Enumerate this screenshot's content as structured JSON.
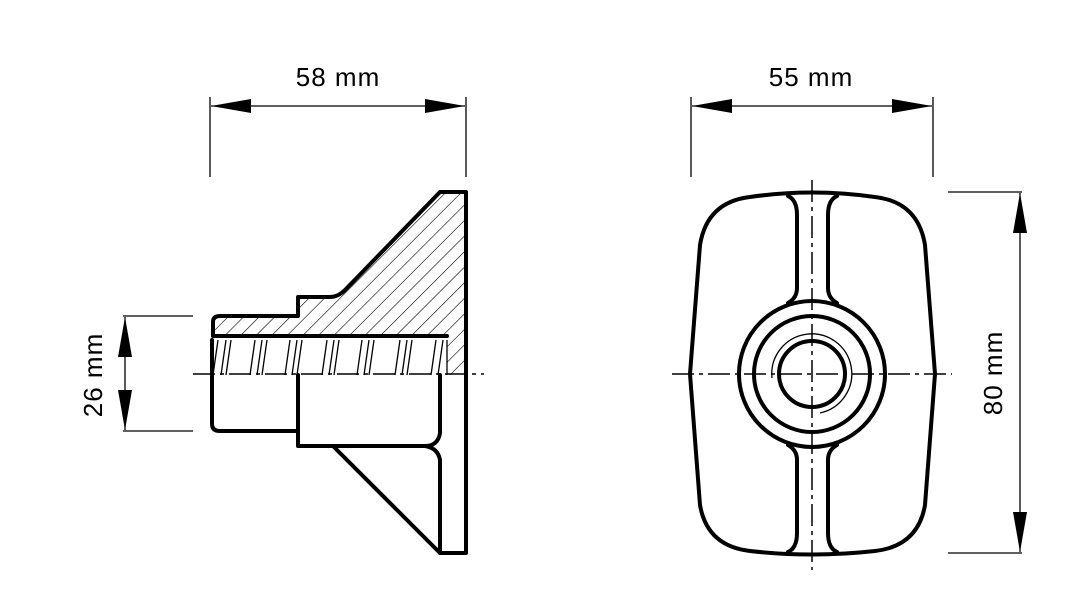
{
  "drawing": {
    "side_view": {
      "width_dimension": "58 mm",
      "bolt_diameter_dimension": "26 mm"
    },
    "front_view": {
      "width_dimension": "55 mm",
      "height_dimension": "80 mm"
    }
  }
}
